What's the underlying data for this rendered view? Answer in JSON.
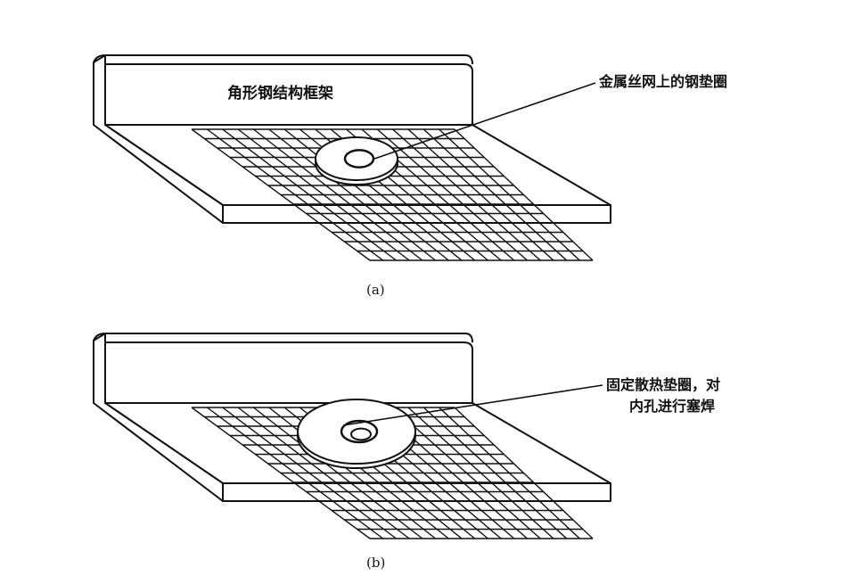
{
  "panel_a": {
    "frame_label": "角形钢结构框架",
    "washer_label": "金属丝网上的钢垫圈",
    "caption": "(a)"
  },
  "panel_b": {
    "washer_label_line1": "固定散热垫圈，对",
    "washer_label_line2": "内孔进行塞焊",
    "caption": "(b)"
  },
  "colors": {
    "line": "#111111",
    "background": "#ffffff"
  }
}
